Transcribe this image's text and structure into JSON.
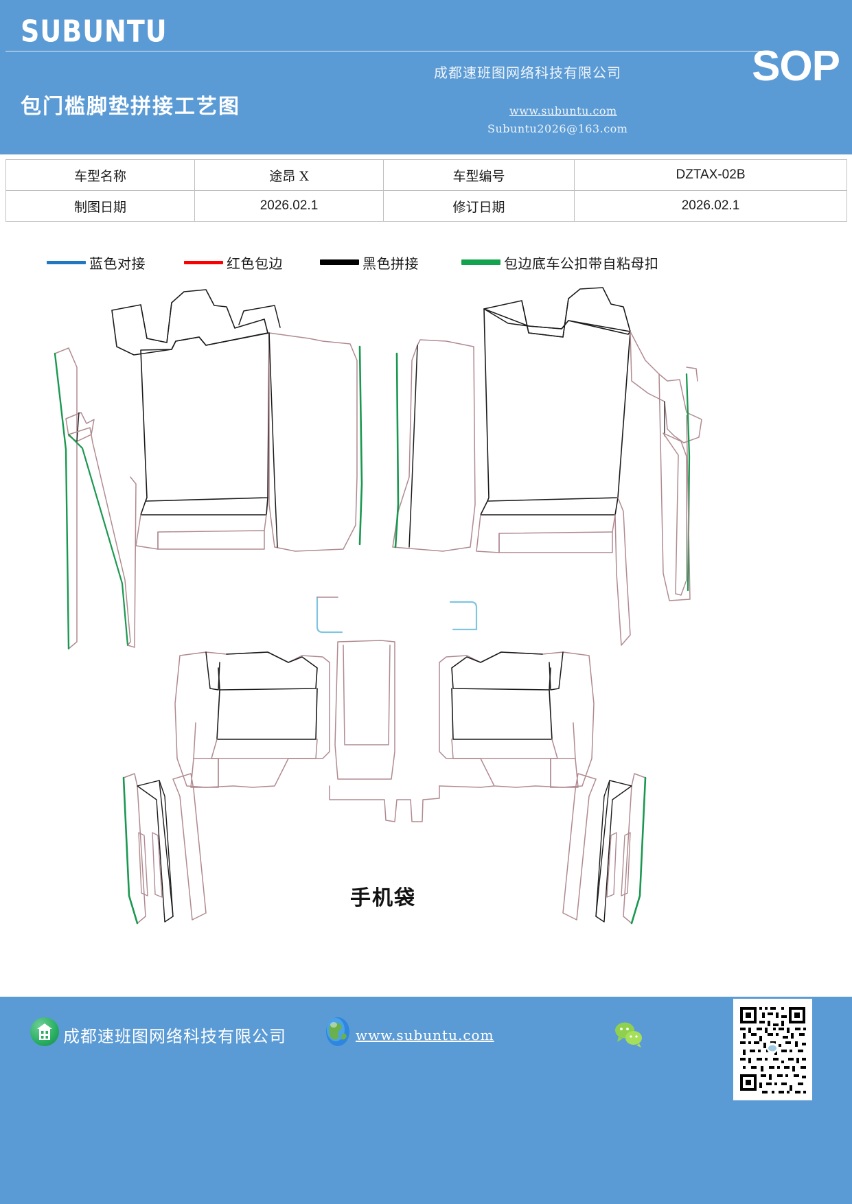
{
  "header": {
    "brand": "SUBUNTU",
    "doc_title": "包门槛脚垫拼接工艺图",
    "company": "成都速班图网络科技有限公司",
    "website": "www.subuntu.com",
    "email": "Subuntu2026@163.com",
    "doc_type": "SOP",
    "background_color": "#5b9bd5"
  },
  "info_table": {
    "rows": [
      {
        "label1": "车型名称",
        "value1": "途昂 X",
        "label2": "车型编号",
        "value2": "DZTAX-02B"
      },
      {
        "label1": "制图日期",
        "value1": "2026.02.1",
        "label2": "修订日期",
        "value2": "2026.02.1"
      }
    ]
  },
  "legend": {
    "items": [
      {
        "label": "蓝色对接",
        "color": "#1f78c1"
      },
      {
        "label": "红色包边",
        "color": "#fa0000"
      },
      {
        "label": "黑色拼接",
        "color": "#000000"
      },
      {
        "label": "包边底车公扣带自粘母扣",
        "color": "#13a34f"
      }
    ]
  },
  "drawing": {
    "phone_pocket_label": "手机袋",
    "outline_color_red": "#b08a90",
    "outline_color_black": "#1a1a1a",
    "outline_color_green": "#1a9850",
    "outline_color_blue": "#7fc4e0"
  },
  "footer": {
    "company": "成都速班图网络科技有限公司",
    "website": "www.subuntu.com",
    "background_color": "#5b9bd5",
    "icons": [
      "house-icon",
      "globe-icon",
      "wechat-icon",
      "qr-code"
    ]
  }
}
